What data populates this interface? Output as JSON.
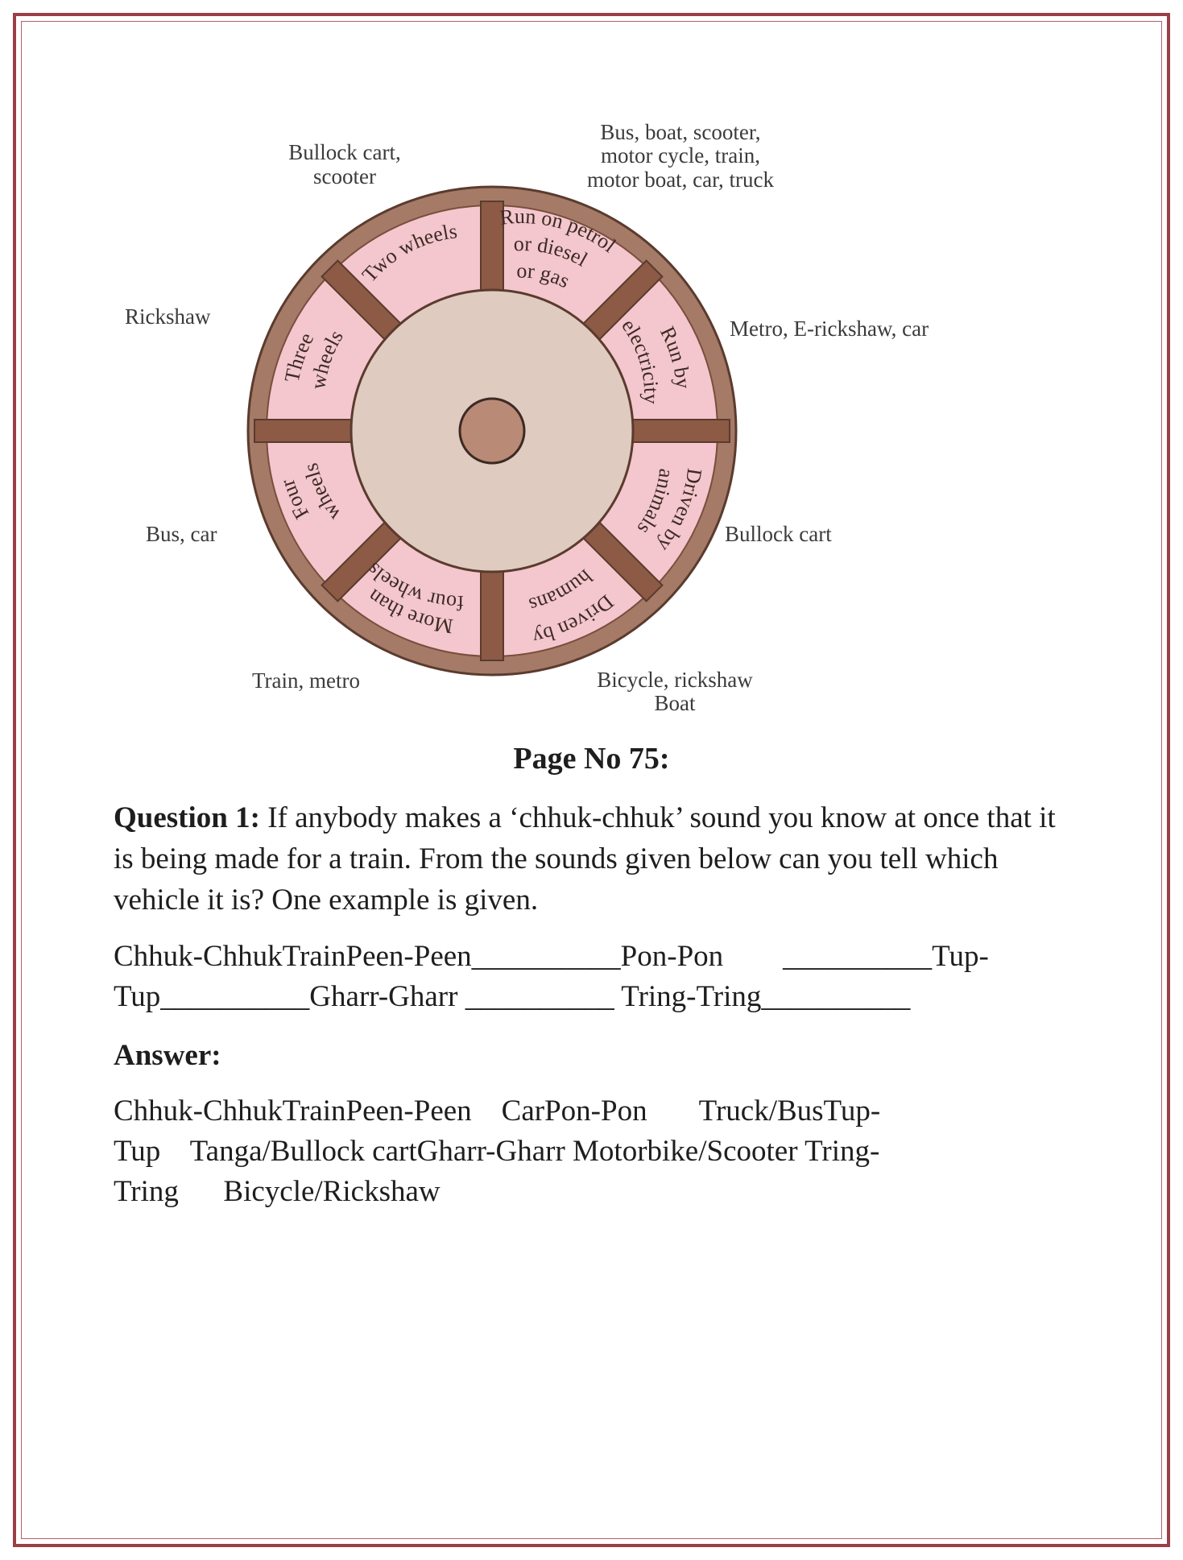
{
  "wheel": {
    "segments": [
      "Two wheels",
      "Run on petrol or diesel or gas",
      "Run by electricity",
      "Driven by animals",
      "Driven by humans",
      "More than four wheels",
      "Four wheels",
      "Three wheels"
    ],
    "outer_labels": {
      "two_wheels": [
        "Bullock cart,",
        "scooter"
      ],
      "petrol": [
        "Bus, boat, scooter,",
        "motor cycle, train,",
        "motor boat, car, truck"
      ],
      "electricity": [
        "Metro, E-rickshaw, car"
      ],
      "animals": [
        "Bullock cart"
      ],
      "humans": [
        "Bicycle, rickshaw",
        "Boat"
      ],
      "more_than_four": [
        "Train, metro"
      ],
      "four": [
        "Bus, car"
      ],
      "three": [
        "Rickshaw"
      ]
    },
    "colors": {
      "rim": "#a57a67",
      "segment": "#f3c7cd",
      "spoke": "#8c5a45",
      "hub": "#dfcbbf",
      "axle": "#b98a76"
    }
  },
  "page_no": "Page No 75:",
  "question": {
    "label": "Question 1:",
    "text": " If anybody makes a ‘chhuk-chhuk’ sound you know at once that it is being made for a train. From the sounds given below can you tell which vehicle it is? One example is given.",
    "line1": "Chhuk-ChhukTrainPeen-Peen__________Pon-Pon        __________Tup-",
    "line2": "Tup__________Gharr-Gharr __________ Tring-Tring__________"
  },
  "answer": {
    "label": "Answer:",
    "line1": "Chhuk-ChhukTrainPeen-Peen    CarPon-Pon       Truck/BusTup-",
    "line2": "Tup    Tanga/Bullock cartGharr-Gharr Motorbike/Scooter Tring-",
    "line3": "Tring      Bicycle/Rickshaw"
  }
}
